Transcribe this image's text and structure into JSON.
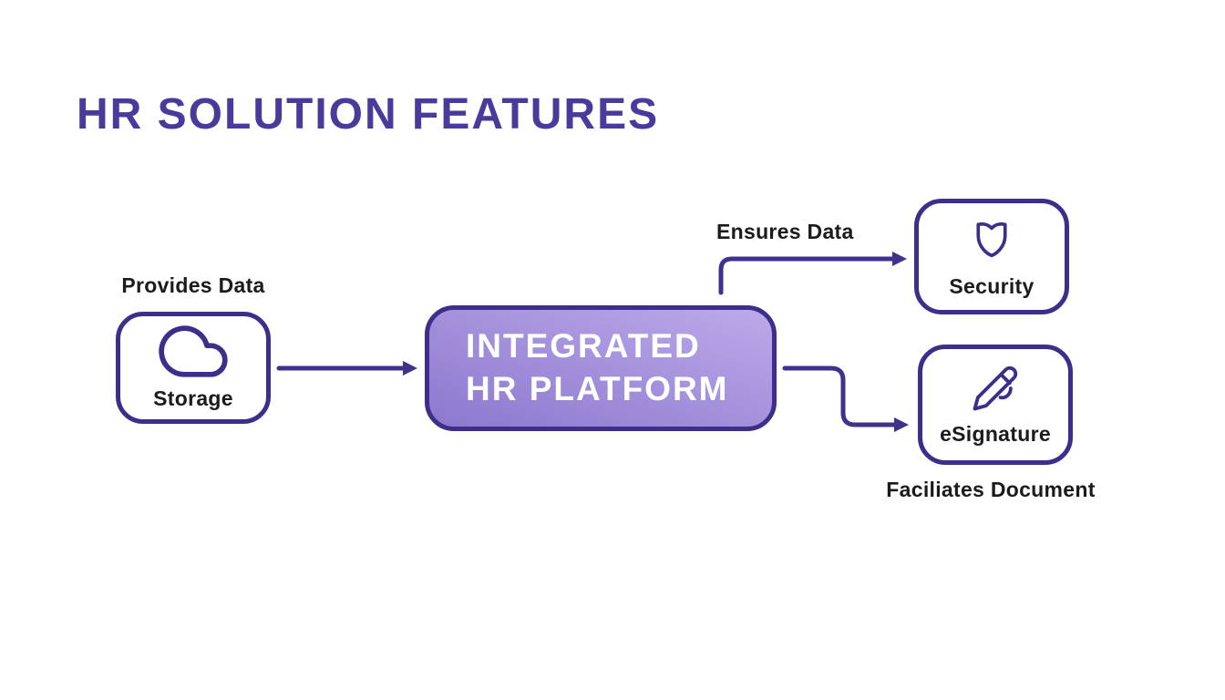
{
  "colors": {
    "background": "#ffffff",
    "title": "#4a3a9b",
    "line": "#40318d",
    "box_border": "#3d2e8c",
    "gradient_start": "#8c78ce",
    "gradient_end": "#bcaae9",
    "text_dark": "#1b1b1b",
    "platform_text": "#ffffff"
  },
  "header": {
    "title": "HR SOLUTION FEATURES"
  },
  "diagram": {
    "storage": {
      "caption": "Provides Data",
      "label": "Storage",
      "icon": "cloud-icon"
    },
    "platform": {
      "line1": "INTEGRATED",
      "line2": "HR PLATFORM"
    },
    "security": {
      "caption": "Ensures Data",
      "label": "Security",
      "icon": "shield-icon"
    },
    "esignature": {
      "label": "eSignature",
      "caption": "Faciliates Document",
      "icon": "pen-icon"
    },
    "edges": [
      {
        "from": "Storage",
        "to": "Integrated HR Platform"
      },
      {
        "from": "Integrated HR Platform",
        "to": "Security"
      },
      {
        "from": "Integrated HR Platform",
        "to": "eSignature"
      }
    ]
  }
}
